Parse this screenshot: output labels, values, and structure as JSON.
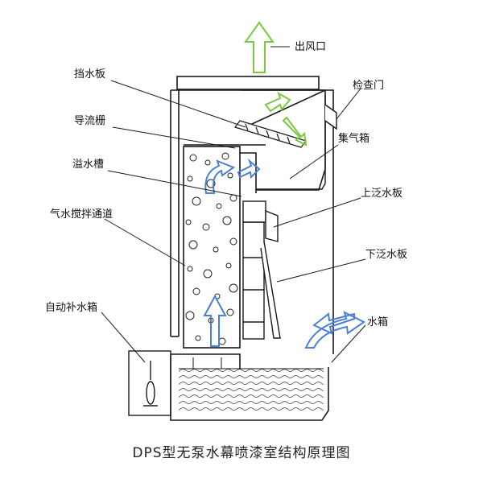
{
  "caption": "DPS型无泵水幕喷漆室结构原理图",
  "labels": {
    "outlet": "出风口",
    "demister": "挡水板",
    "inspection_door": "检查门",
    "guide_grid": "导流栅",
    "plenum": "集气箱",
    "overflow_trough": "溢水槽",
    "upper_flow_plate": "上泛水板",
    "gas_water_channel": "气水搅拌通道",
    "lower_flow_plate": "下泛水板",
    "auto_refill_tank": "自动补水箱",
    "water_tank": "水箱"
  },
  "colors": {
    "line": "#1a1a1a",
    "air_arrow": "#7ac943",
    "water_arrow": "#4a7fd6"
  },
  "icons": [
    "air-flow-arrow",
    "water-flow-arrow",
    "float-valve-icon"
  ]
}
